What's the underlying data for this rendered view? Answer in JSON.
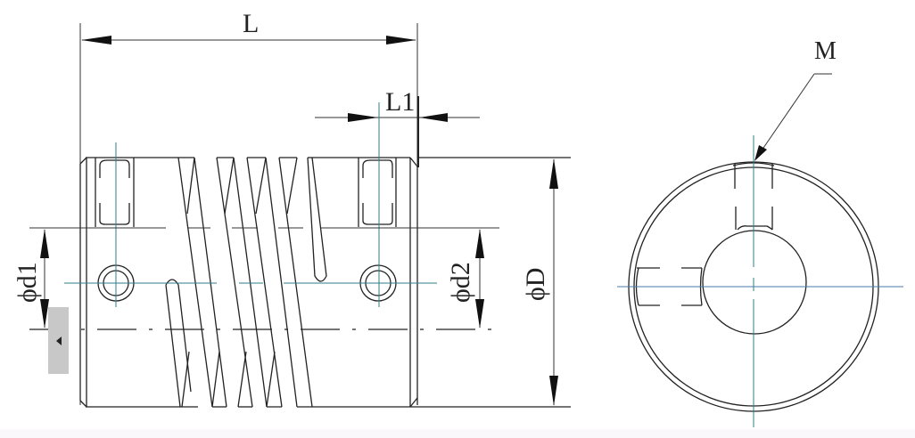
{
  "diagram": {
    "title": "Helical beam coupling dimension drawing",
    "views": [
      {
        "name": "front-view",
        "description": "Side elevation of coupling with helical slot cuts and set screws"
      },
      {
        "name": "end-view",
        "description": "End view showing bore, clamp screws and outer diameter"
      }
    ],
    "labels": {
      "length": "L",
      "set_screw_distance": "L1",
      "bore_d1": "ϕd1",
      "bore_d2": "ϕd2",
      "outer_diameter": "ϕD",
      "screw_thread": "M"
    },
    "colors": {
      "line": "#222222",
      "centerline": "#2e7f88",
      "centerline_end_view": "#4a78a8",
      "background": "#ffffff",
      "scroll_tab": "#c8c8c8"
    }
  },
  "ui": {
    "scroll_tab_icon": "chevron-left-icon"
  }
}
